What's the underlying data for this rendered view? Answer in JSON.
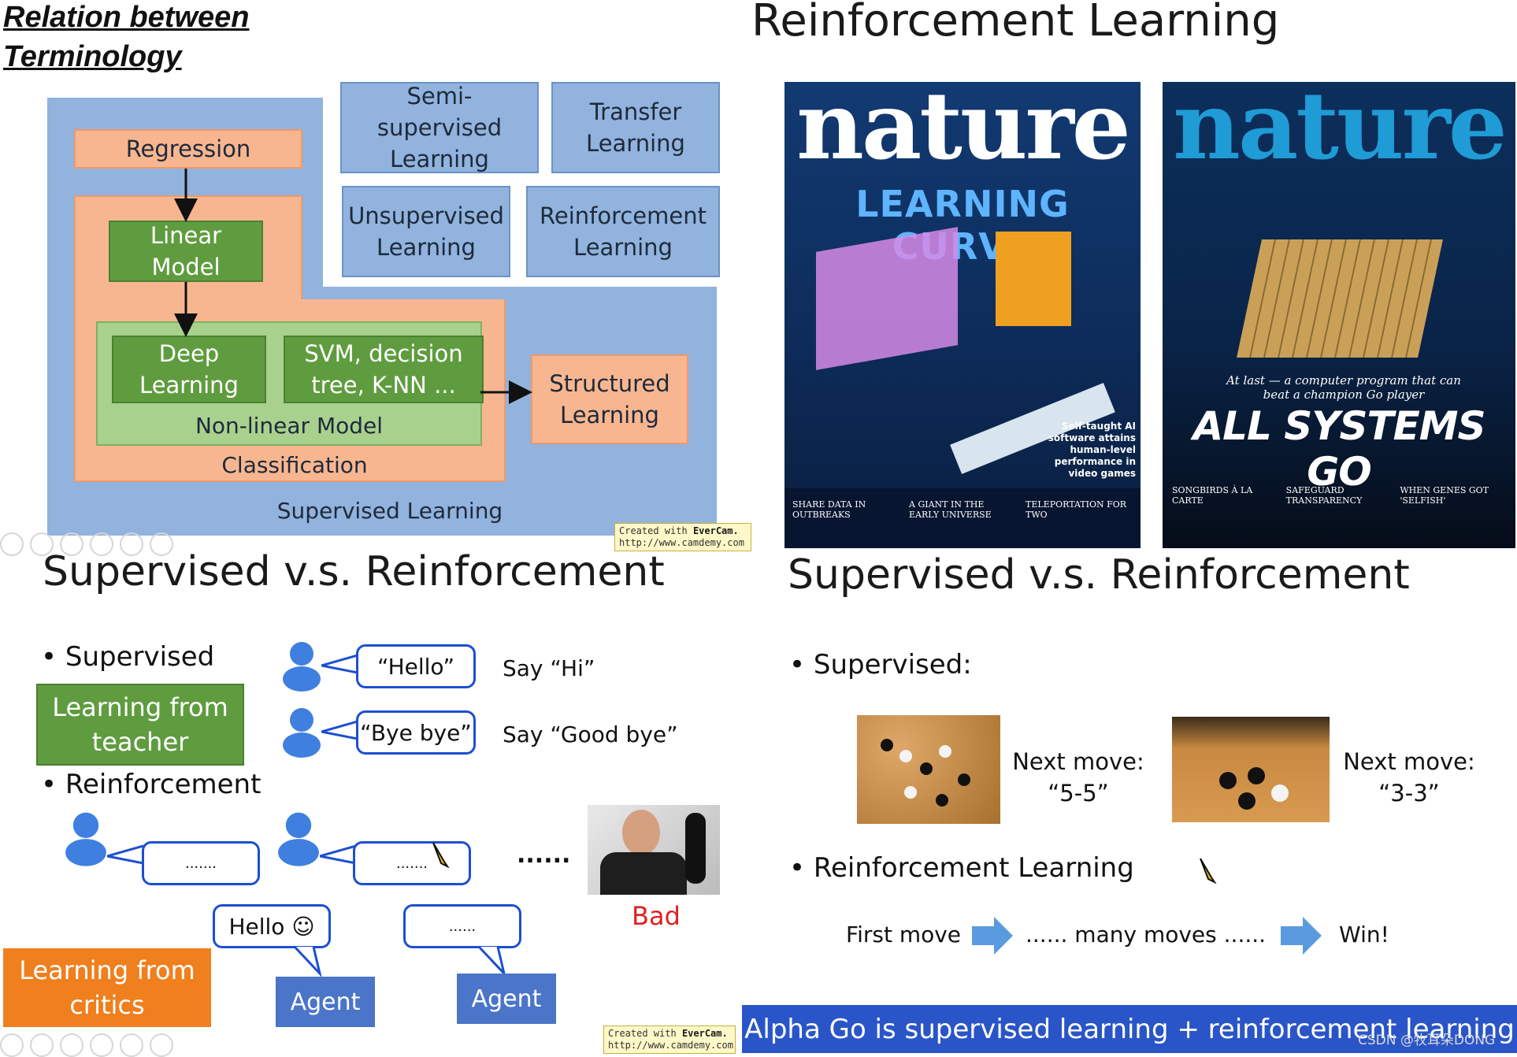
{
  "tl": {
    "title_line1": "Relation between",
    "title_line2": "Terminology",
    "semi": "Semi-supervised Learning",
    "transfer": "Transfer Learning",
    "unsup": "Unsupervised Learning",
    "reinf": "Reinforcement Learning",
    "regression": "Regression",
    "linear": "Linear Model",
    "deep": "Deep Learning",
    "svm": "SVM, decision tree, K-NN ...",
    "nonlinear": "Non-linear Model",
    "classification": "Classification",
    "structured": "Structured Learning",
    "supervised": "Supervised Learning",
    "evercam_line1": "Created with",
    "evercam_brand": "EverCam.",
    "evercam_url": "http://www.camdemy.com"
  },
  "tr": {
    "title": "Reinforcement Learning",
    "cover1_brand": "nature",
    "cover1_headline": "LEARNING CURVE",
    "cover1_tagline": "Self-taught AI software attains human-level performance in video games",
    "cover1_strip": [
      "SHARE DATA IN OUTBREAKS",
      "A GIANT IN THE EARLY UNIVERSE",
      "TELEPORTATION FOR TWO"
    ],
    "cover2_brand": "nature",
    "cover2_caption": "At last — a computer program that can beat a champion Go player",
    "cover2_headline": "ALL SYSTEMS GO",
    "cover2_strip": [
      "SONGBIRDS À LA CARTE",
      "SAFEGUARD TRANSPARENCY",
      "WHEN GENES GOT 'SELFISH'"
    ]
  },
  "bl": {
    "title": "Supervised v.s. Reinforcement",
    "bullet_supervised": "• Supervised",
    "teacher": "Learning from teacher",
    "bubble_hello": "“Hello”",
    "say_hi": "Say “Hi”",
    "bubble_bye": "“Bye bye”",
    "say_goodbye": "Say “Good bye”",
    "bullet_reinforcement": "• Reinforcement",
    "dots_bubble": ".......",
    "dots_mid": "......",
    "bad": "Bad",
    "hello_bubble": "Hello ☺",
    "dots_bubble2": "......",
    "agent": "Agent",
    "critics": "Learning from critics",
    "evercam_line1": "Created with",
    "evercam_brand": "EverCam.",
    "evercam_url": "http://www.camdemy.com"
  },
  "br": {
    "title": "Supervised v.s. Reinforcement",
    "bullet_supervised": "• Supervised:",
    "next1": "Next move: “5-5”",
    "next2": "Next move: “3-3”",
    "bullet_rl": "• Reinforcement Learning",
    "first_move": "First move",
    "many_moves": "...... many moves ......",
    "win": "Win!",
    "banner": "Alpha Go is supervised learning + reinforcement learning",
    "watermark": "CSDN @牧耳朵DONG"
  },
  "colors": {
    "blue_bg": "#91b3de",
    "orange_bg": "#f8b690",
    "green": "#5f9c3f",
    "bubble_border": "#1c4fd1",
    "agent": "#4a75c8",
    "critics": "#f07f1e",
    "banner": "#2a55c8",
    "bad": "#e02020"
  }
}
